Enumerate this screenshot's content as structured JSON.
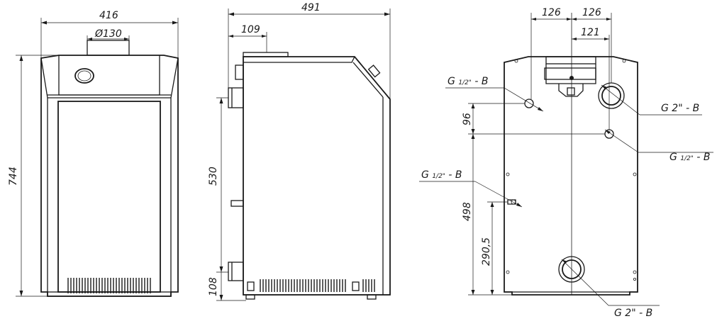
{
  "dims": {
    "front_width": "416",
    "front_flue_diameter": "Ø130",
    "front_height": "744",
    "side_depth": "491",
    "side_flue_offset": "109",
    "side_upper_height": "530",
    "side_lower_height": "108",
    "rear_left_offset": "126",
    "rear_right_offset": "126",
    "rear_right_inner": "121",
    "rear_spacing": "96",
    "rear_height_498": "498",
    "rear_height_290": "290,5"
  },
  "connections": {
    "top_left": {
      "main": "G",
      "sub": "1/2\"",
      "suffix": "- B"
    },
    "top_right": {
      "main": "G 2\"",
      "suffix": "- B"
    },
    "mid_right": {
      "main": "G",
      "sub": "1/2\"",
      "suffix": "- B"
    },
    "mid_left": {
      "main": "G",
      "sub": "1/2\"",
      "suffix": "- B"
    },
    "bottom": {
      "main": "G 2\"",
      "suffix": "- B"
    }
  }
}
